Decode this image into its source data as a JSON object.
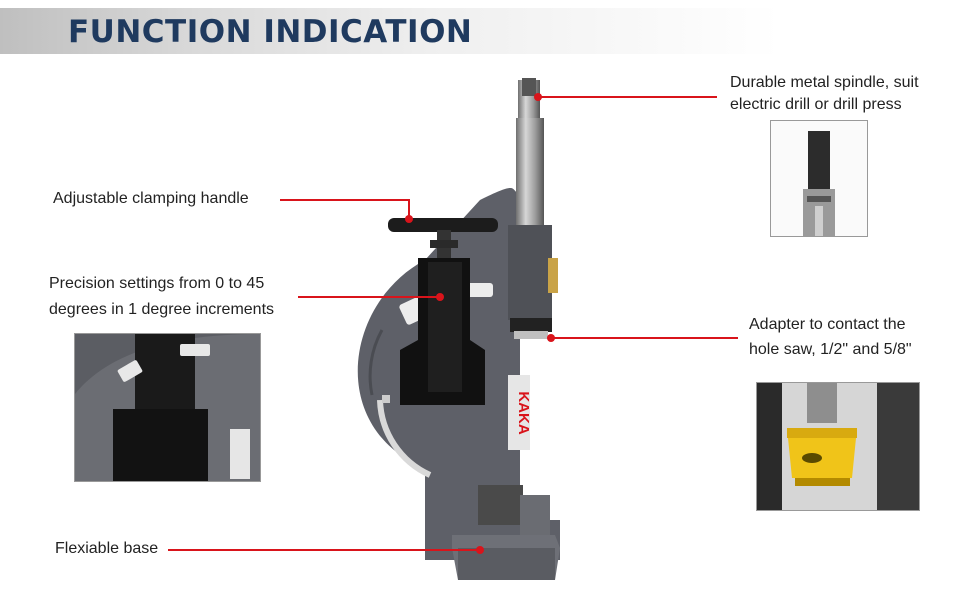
{
  "header": {
    "title": "FUNCTION INDICATION"
  },
  "callouts": {
    "spindle": {
      "line1": "Durable metal spindle, suit",
      "line2": "electric drill or drill press"
    },
    "handle": {
      "text": "Adjustable clamping handle"
    },
    "precision": {
      "line1": "Precision settings from 0 to 45",
      "line2": "degrees in 1 degree increments"
    },
    "adapter": {
      "line1": "Adapter to contact the",
      "line2": "hole saw, 1/2\" and 5/8\""
    },
    "base": {
      "text": "Flexiable base"
    }
  },
  "machine": {
    "logo_text": "KAKA"
  },
  "colors": {
    "accent": "#d9141b",
    "title": "#1f3a5f",
    "body": "#5e6068"
  }
}
